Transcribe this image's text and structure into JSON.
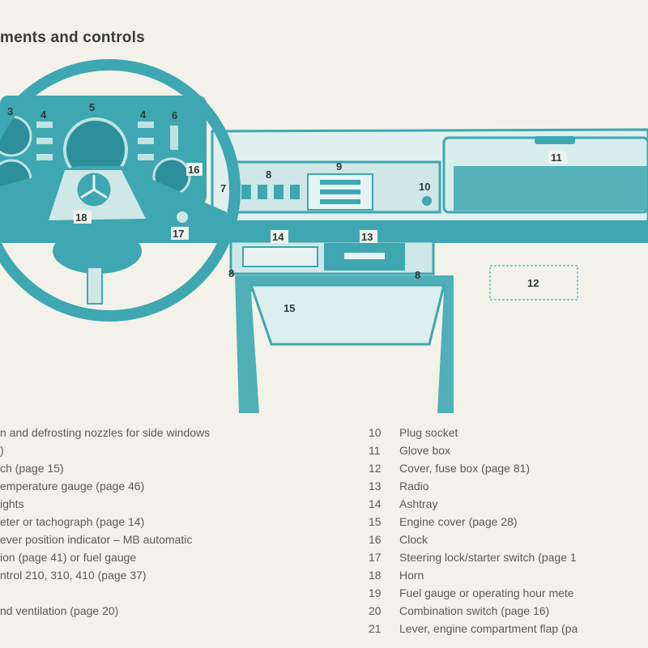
{
  "title": "ments and controls",
  "callouts": {
    "c3": "3",
    "c4a": "4",
    "c5": "5",
    "c4b": "4",
    "c6": "6",
    "c16": "16",
    "c7": "7",
    "c8a": "8",
    "c9": "9",
    "c10": "10",
    "c11": "11",
    "c14": "14",
    "c13": "13",
    "c8b": "8",
    "c8c": "8",
    "c12": "12",
    "c15": "15",
    "c18": "18",
    "c17": "17"
  },
  "left_list": [
    "n and defrosting nozzles for side windows",
    ")",
    "ch (page 15)",
    "emperature gauge (page 46)",
    "ights",
    "eter or tachograph (page 14)",
    "ever position indicator – MB automatic",
    "ion (page 41) or fuel gauge",
    "ntrol 210, 310, 410 (page 37)",
    "",
    "nd ventilation (page 20)"
  ],
  "right_list": [
    {
      "num": "10",
      "text": "Plug socket"
    },
    {
      "num": "11",
      "text": "Glove box"
    },
    {
      "num": "12",
      "text": "Cover, fuse box (page 81)"
    },
    {
      "num": "13",
      "text": "Radio"
    },
    {
      "num": "14",
      "text": "Ashtray"
    },
    {
      "num": "15",
      "text": "Engine cover (page 28)"
    },
    {
      "num": "16",
      "text": "Clock"
    },
    {
      "num": "17",
      "text": "Steering lock/starter switch (page 1"
    },
    {
      "num": "18",
      "text": "Horn"
    },
    {
      "num": "19",
      "text": "Fuel gauge or operating hour mete"
    },
    {
      "num": "20",
      "text": "Combination switch (page 16)"
    },
    {
      "num": "21",
      "text": "Lever, engine compartment flap (pa"
    }
  ],
  "colors": {
    "teal": "#3ea7b1",
    "light_teal": "#c4e4e4",
    "paper": "#f3f2ea"
  }
}
